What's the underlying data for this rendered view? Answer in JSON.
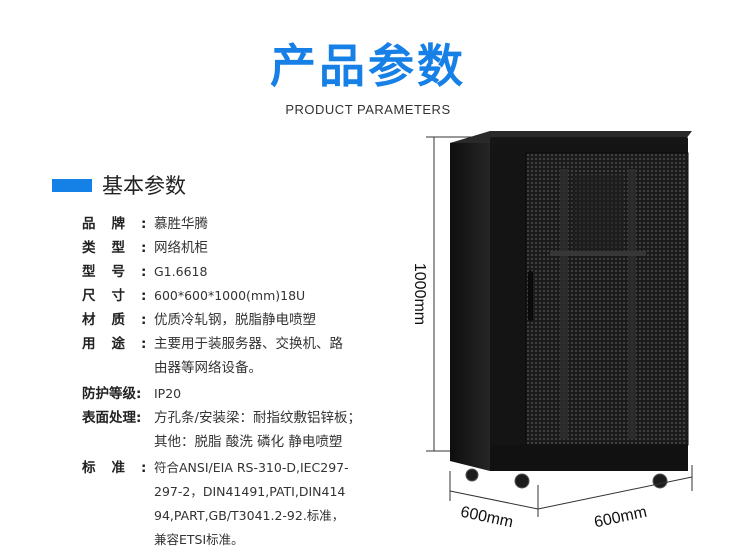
{
  "header": {
    "title": "产品参数",
    "subtitle": "PRODUCT PARAMETERS"
  },
  "section": {
    "title": "基本参数"
  },
  "specs": [
    {
      "label": "品牌:",
      "value": "慕胜华腾"
    },
    {
      "label": "类型:",
      "value": "网络机柜"
    },
    {
      "label": "型号:",
      "value": "G1.6618"
    },
    {
      "label": "尺寸:",
      "value": "600*600*1000(mm)18U"
    },
    {
      "label": "材质:",
      "value": "优质冷轧钢，脱脂静电喷塑"
    },
    {
      "label": "用途:",
      "value": "主要用于装服务器、交换机、路\n由器等网络设备。"
    },
    {
      "label": "防护等级:",
      "value": "IP20"
    },
    {
      "label": "表面处理:",
      "value": "方孔条/安装梁：耐指纹敷铝锌板；\n其他：脱脂 酸洗 磷化 静电喷塑"
    },
    {
      "label": "标准:",
      "value": "符合ANSI/EIA RS-310-D,IEC297-\n297-2，DIN41491,PATI,DIN414\n94,PART,GB/T3041.2-92.标准，\n兼容ETSI标准。"
    }
  ],
  "dimensions": {
    "height": "1000mm",
    "depth": "600mm",
    "width": "600mm"
  },
  "colors": {
    "accent": "#1680e6",
    "cabinet": "#141414"
  }
}
